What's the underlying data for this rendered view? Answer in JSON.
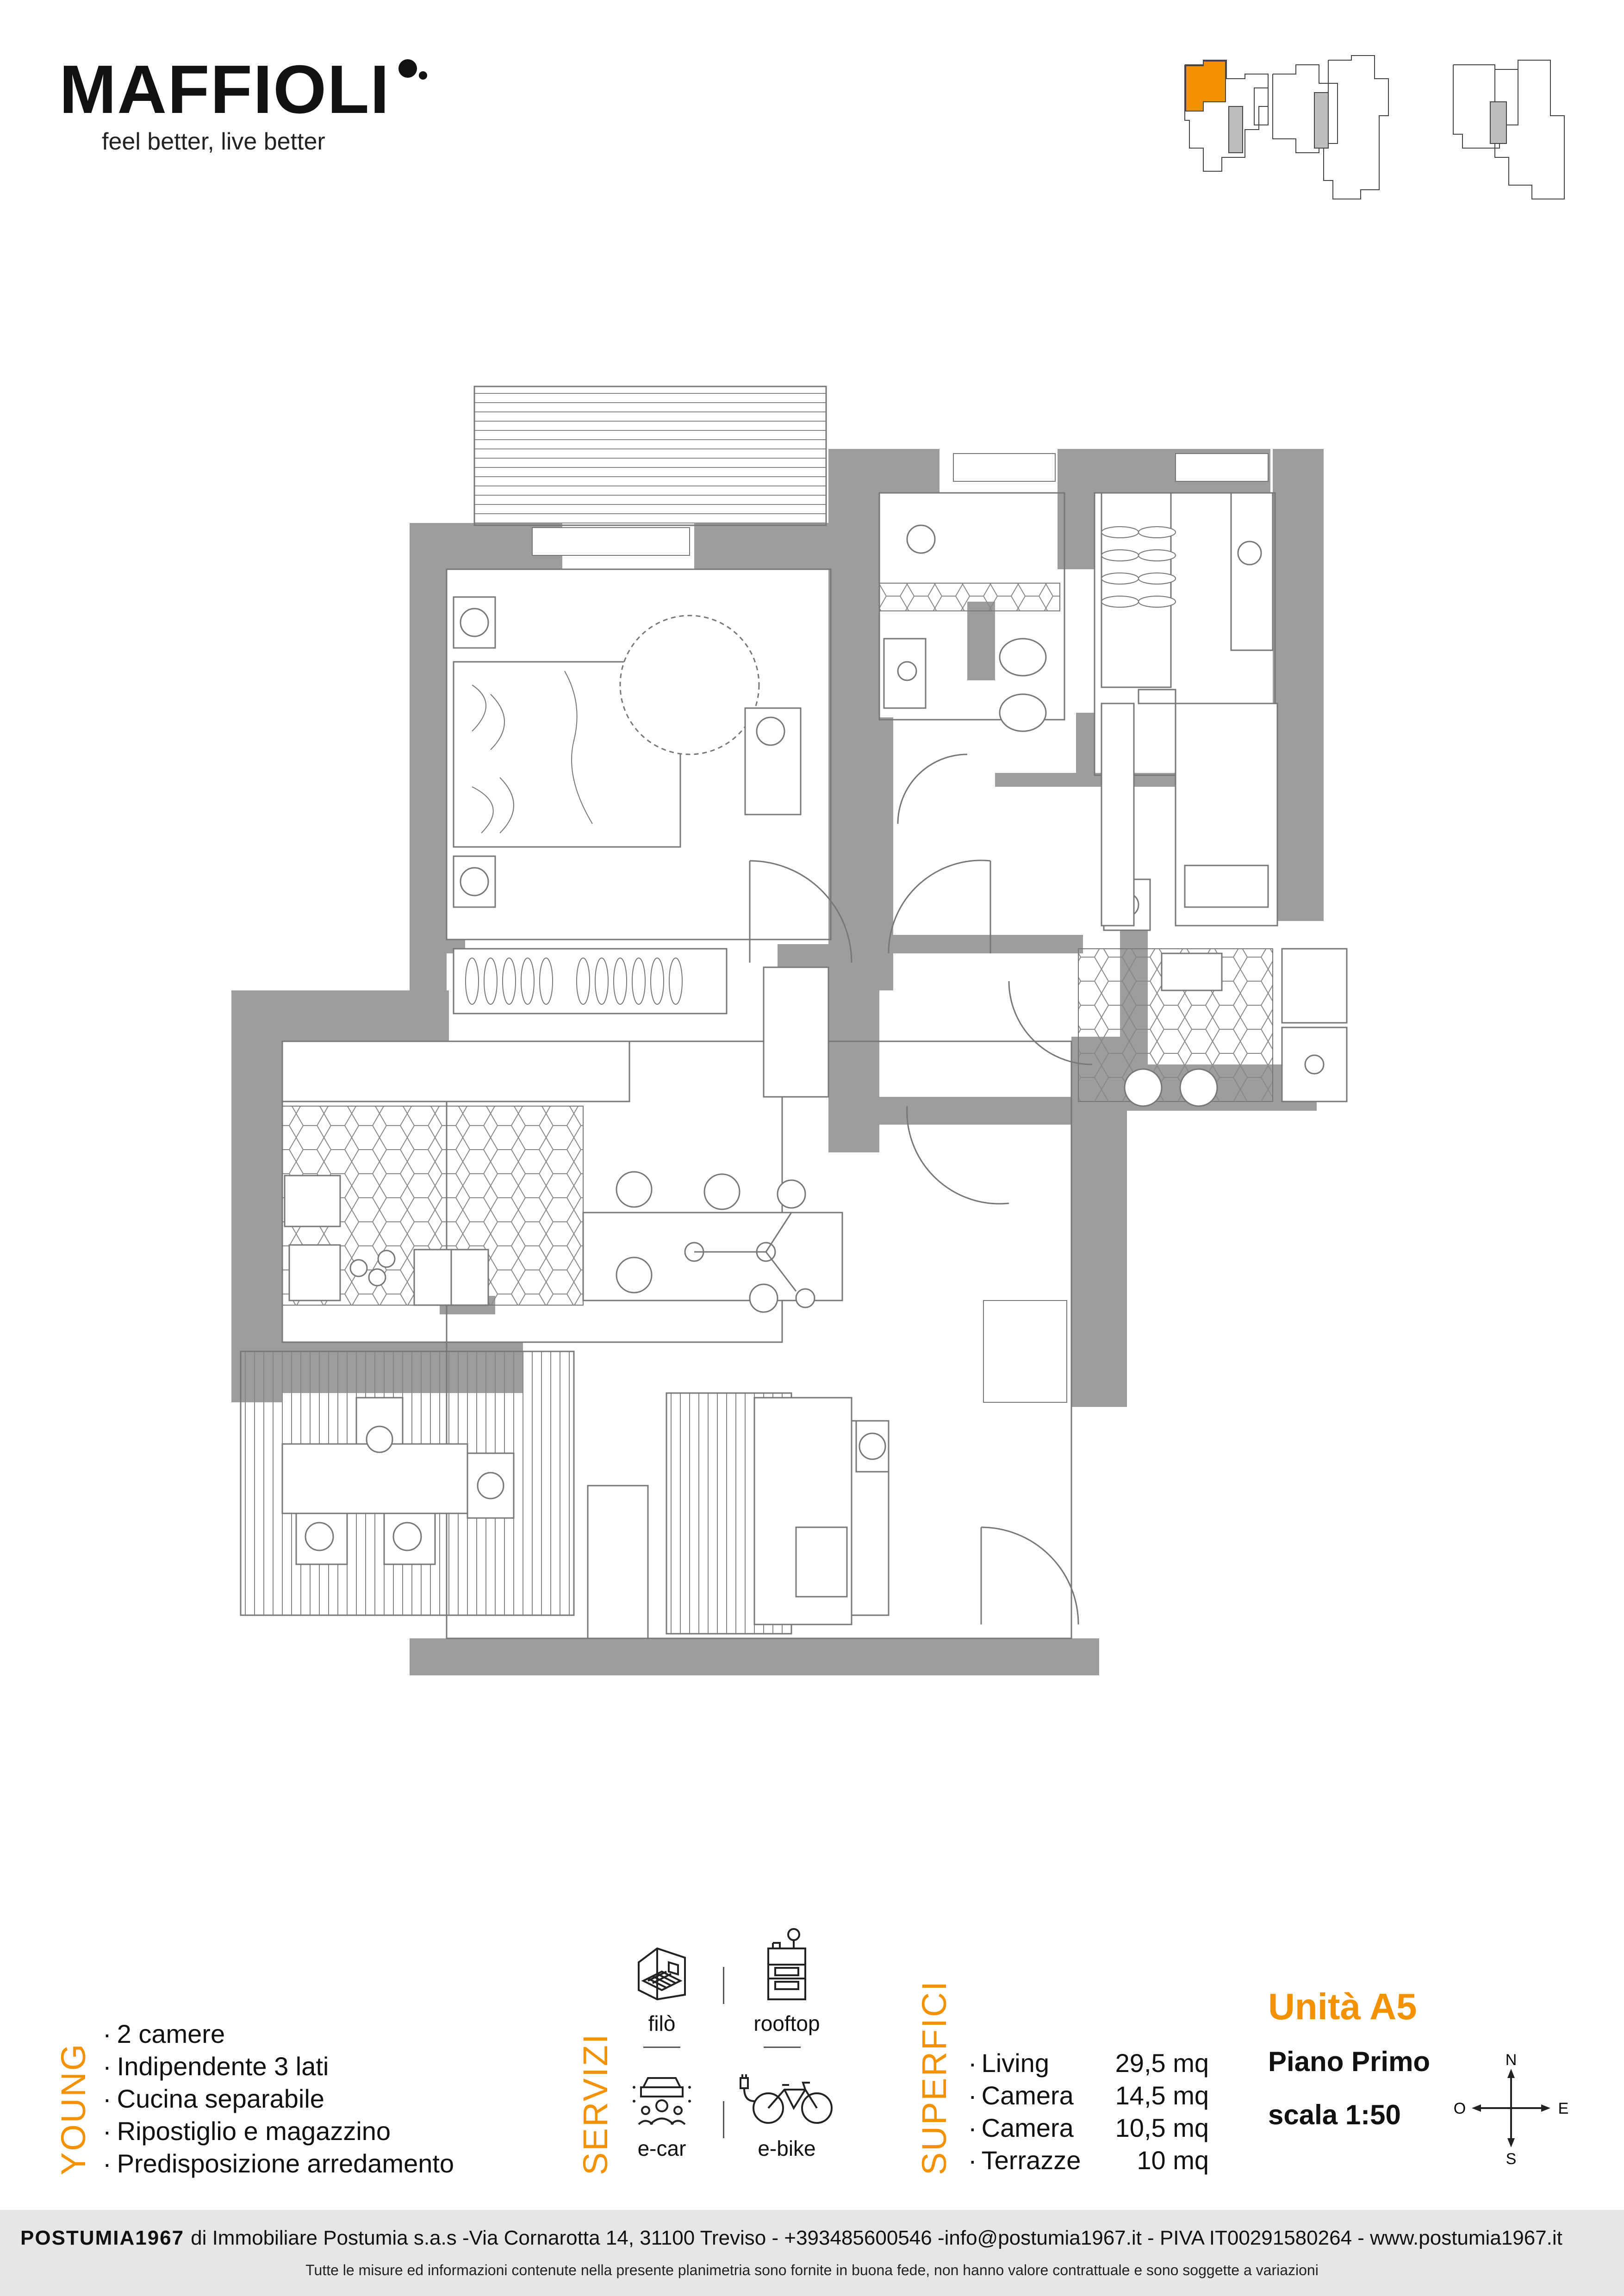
{
  "brand": {
    "name": "MAFFIOLI",
    "tagline": "feel better, live better"
  },
  "colors": {
    "accent": "#f39200",
    "wall": "#9d9d9d",
    "line": "#777777",
    "footer_bg": "#e6e6e6"
  },
  "young": {
    "label": "YOUNG",
    "items": [
      "2 camere",
      "Indipendente 3 lati",
      "Cucina separabile",
      "Ripostiglio e magazzino",
      "Predisposizione arredamento"
    ]
  },
  "servizi": {
    "label": "SERVIZI",
    "items": [
      {
        "label": "filò",
        "icon": "filo-building-icon"
      },
      {
        "label": "rooftop",
        "icon": "rooftop-icon"
      },
      {
        "label": "e-car",
        "icon": "e-car-icon"
      },
      {
        "label": "e-bike",
        "icon": "e-bike-icon"
      }
    ]
  },
  "superfici": {
    "label": "SUPERFICI",
    "rows": [
      {
        "name": "Living",
        "value": "29,5 mq"
      },
      {
        "name": "Camera",
        "value": "14,5 mq"
      },
      {
        "name": "Camera",
        "value": "10,5 mq"
      },
      {
        "name": "Terrazze",
        "value": "10 mq"
      }
    ]
  },
  "unit": {
    "title": "Unità A5",
    "floor": "Piano Primo",
    "scale": "scala 1:50"
  },
  "compass": {
    "n": "N",
    "s": "S",
    "e": "E",
    "o": "O"
  },
  "footer": {
    "brand": "POSTUMIA1967",
    "info": "di Immobiliare Postumia s.a.s -Via Cornarotta 14, 31100 Treviso - +393485600546 -info@postumia1967.it - PIVA IT00291580264 - www.postumia1967.it",
    "disclaimer": "Tutte le misure ed informazioni contenute nella presente planimetria sono fornite in buona fede, non hanno valore contrattuale e sono soggette a variazioni"
  }
}
